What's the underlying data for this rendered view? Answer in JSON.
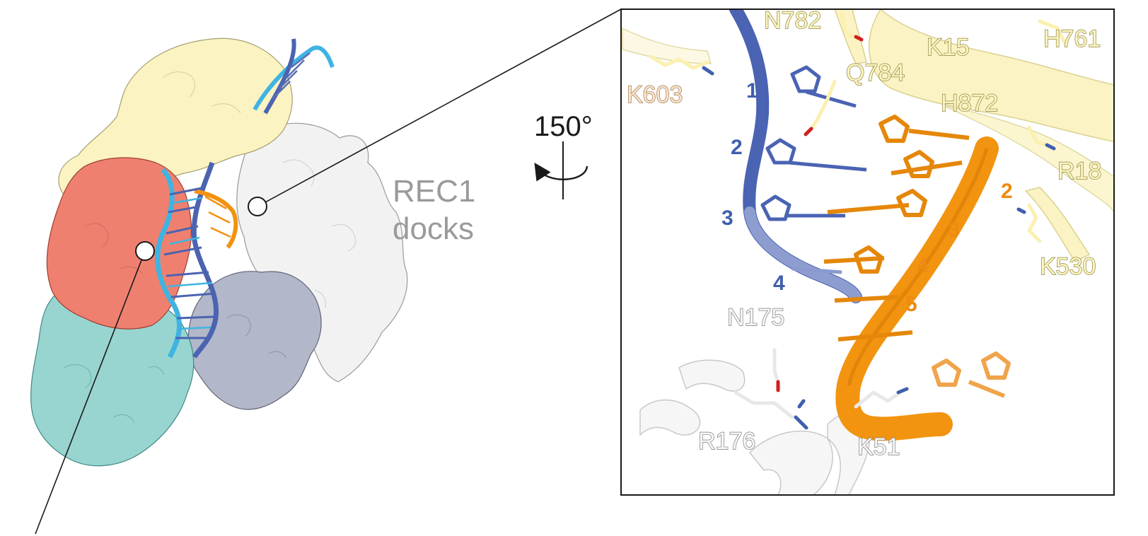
{
  "colors": {
    "rec1": "#efefef",
    "hnh_grey": "#aeb5c7",
    "ruvc_yellow": "#fbf3bf",
    "bridge_salmon": "#ef7c6a",
    "pi_teal": "#8fd2cd",
    "target_strand_blue": "#3f5fae",
    "nontarget_strand_orange": "#f2920f",
    "guide_cyan": "#3fb4e2"
  },
  "overview": {
    "annotation_line1": "REC1",
    "annotation_line2": "docks"
  },
  "rotation": {
    "label": "150°"
  },
  "inset": {
    "residues": {
      "n782": "N782",
      "k15": "K15",
      "h761": "H761",
      "q784": "Q784",
      "k603": "K603",
      "h872": "H872",
      "r18": "R18",
      "k530": "K530",
      "n175": "N175",
      "r176": "R176",
      "k51": "K51"
    },
    "target_strand_numbers": [
      "1",
      "2",
      "3",
      "4"
    ],
    "nontarget_strand_numbers": [
      "2",
      "3",
      "4",
      "5"
    ]
  },
  "icons": {
    "rotation_arrow": "curved-arrow-icon"
  }
}
